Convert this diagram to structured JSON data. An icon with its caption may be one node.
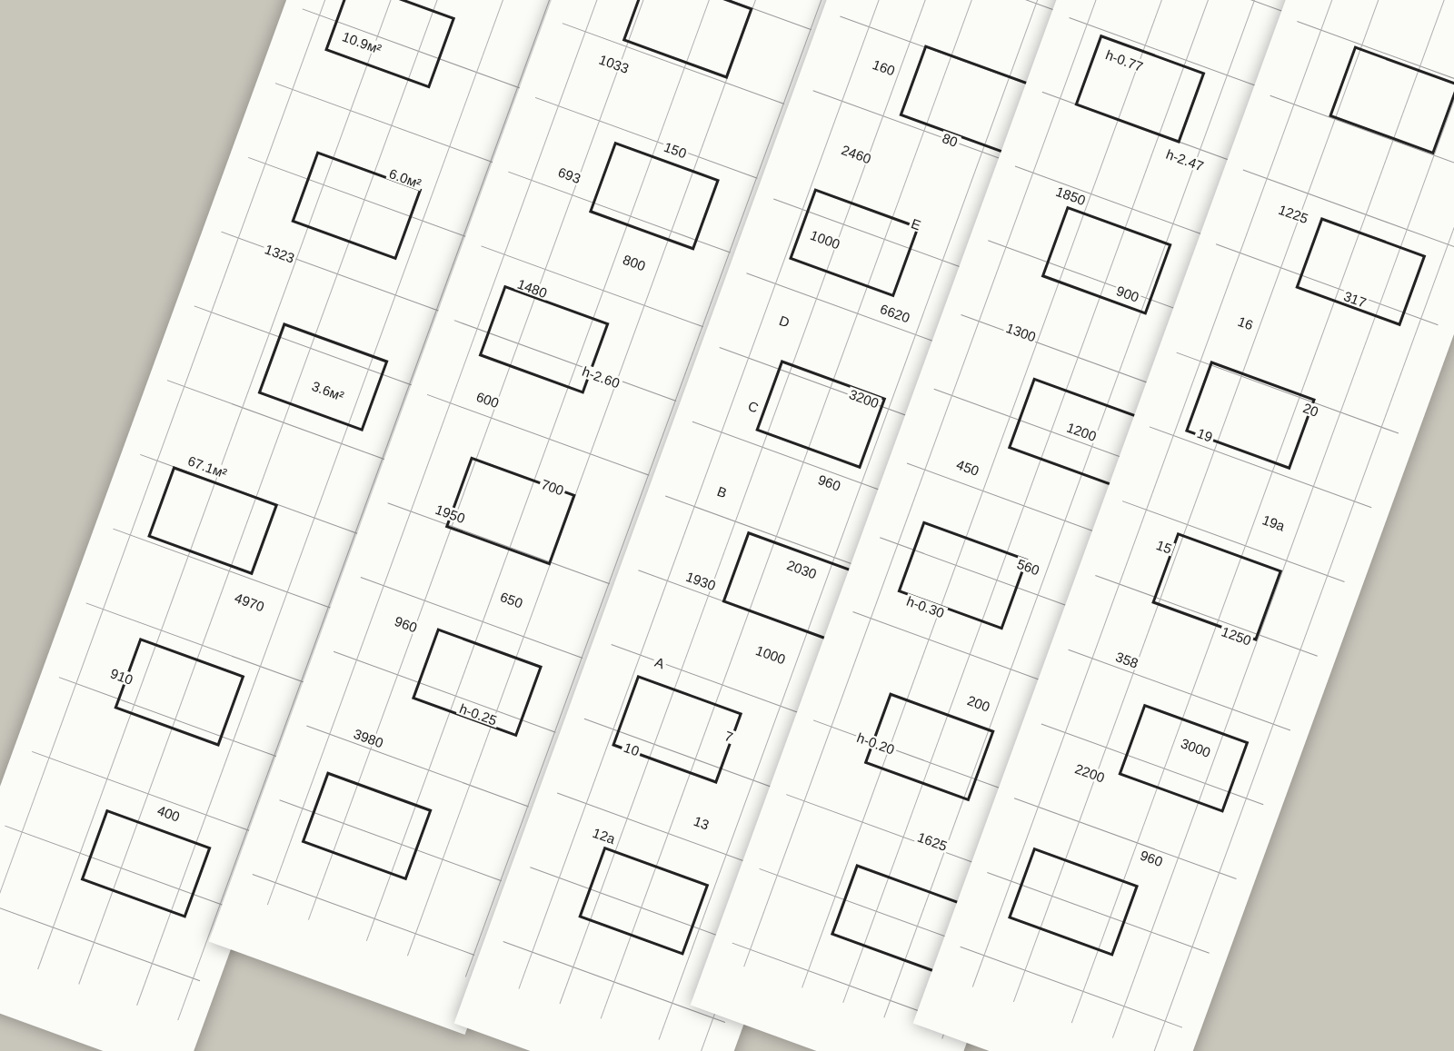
{
  "diagram": {
    "labels": [
      "10.9м²",
      "6.0м²",
      "1323",
      "3.6м²",
      "67.1м²",
      "4970",
      "910",
      "400",
      "1033",
      "150",
      "693",
      "800",
      "1480",
      "h-2.60",
      "600",
      "700",
      "1950",
      "650",
      "960",
      "h-0.25",
      "3980",
      "160",
      "80",
      "2460",
      "E",
      "1000",
      "6620",
      "D",
      "3200",
      "C",
      "960",
      "B",
      "2030",
      "1930",
      "1000",
      "A",
      "7",
      "10",
      "13",
      "12a",
      "h-0.77",
      "h-2.47",
      "1850",
      "900",
      "1300",
      "1200",
      "450",
      "560",
      "h-0.30",
      "200",
      "h-0.20",
      "1625",
      "1225",
      "317",
      "16",
      "20",
      "19",
      "19a",
      "15",
      "1250",
      "358",
      "3000",
      "2200",
      "960"
    ]
  }
}
